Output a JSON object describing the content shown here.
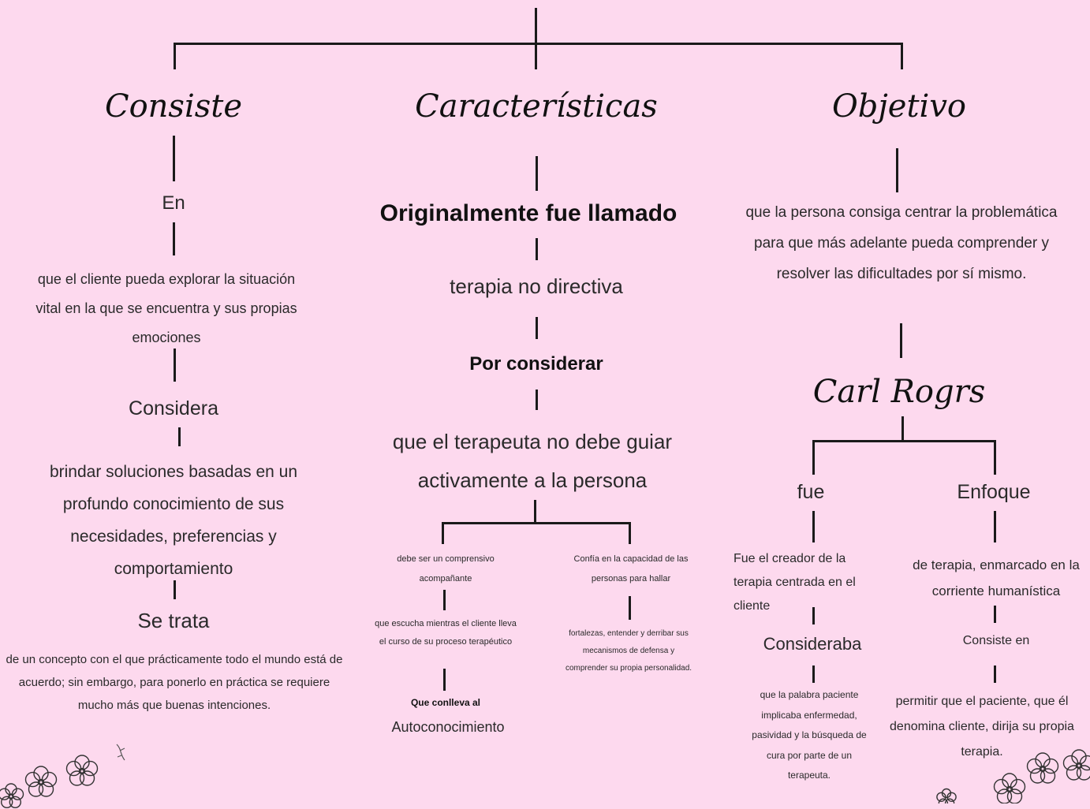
{
  "headers": {
    "consiste": "Consiste",
    "caracteristicas": "Características",
    "objetivo": "Objetivo"
  },
  "left": {
    "en": "En",
    "en_text": "que el cliente pueda explorar la situación vital en la que se encuentra y sus propias emociones",
    "considera": "Considera",
    "considera_text": "brindar soluciones basadas en un profundo conocimiento de sus necesidades, preferencias y comportamiento",
    "se_trata": "Se trata",
    "se_trata_text": "de un concepto con el que prácticamente todo el mundo está de acuerdo; sin embargo, para ponerlo en práctica se requiere mucho más que buenas intenciones."
  },
  "center": {
    "orig": "Originalmente fue llamado",
    "terapia": "terapia no directiva",
    "por": "Por considerar",
    "guiar": "que el terapeuta no debe guiar activamente a la persona",
    "left_1": "debe ser un comprensivo acompañante",
    "left_2": "que escucha mientras el cliente lleva el curso de su proceso terapéutico",
    "left_3": "Que conlleva al",
    "left_4": "Autoconocimiento",
    "right_1": "Confía en la capacidad de las personas para hallar",
    "right_2": "fortalezas, entender y derribar sus mecanismos de defensa y comprender su propia personalidad."
  },
  "right": {
    "obj_text": "que la persona consiga centrar la problemática para que más adelante pueda comprender y resolver las dificultades por sí mismo.",
    "carl": "Carl Rogrs",
    "fue": "fue",
    "fue_text": "Fue el creador de la terapia centrada en el cliente",
    "consideraba": "Consideraba",
    "consideraba_text": "que la palabra paciente implicaba enfermedad, pasividad y la búsqueda de cura por parte de un terapeuta.",
    "enfoque": "Enfoque",
    "enfoque_text": "de terapia, enmarcado en la corriente humanística",
    "consiste_en": "Consiste en",
    "consiste_en_text": "permitir que el paciente, que él denomina cliente, dirija su propia terapia."
  }
}
